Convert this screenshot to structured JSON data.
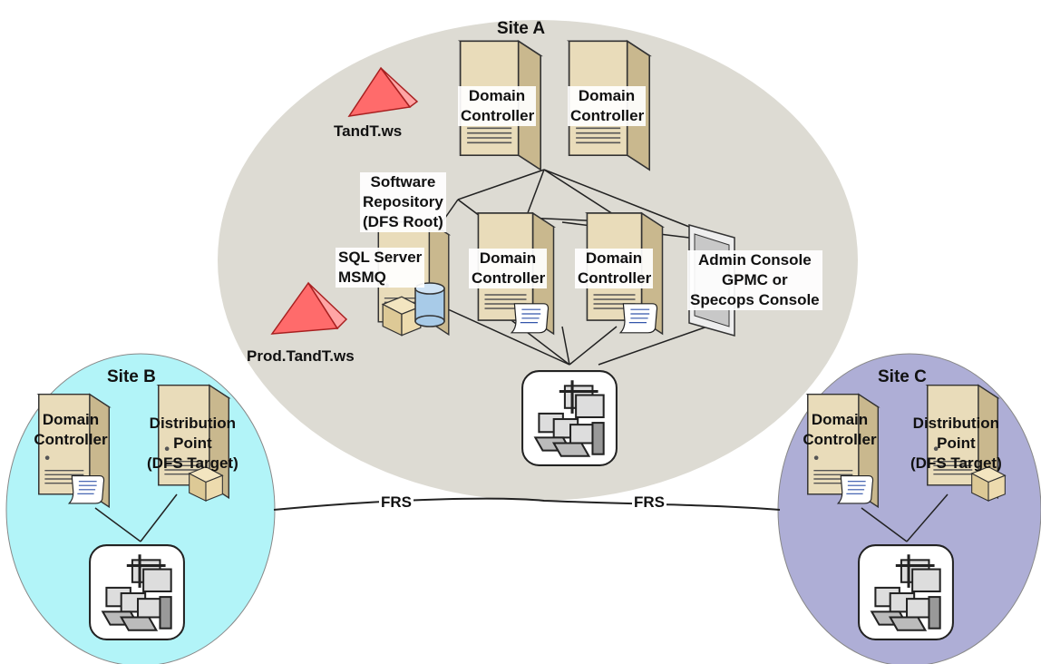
{
  "site_a": {
    "title": "Site A",
    "dc1": "Domain Controller",
    "dc2": "Domain Controller",
    "dc3": "Domain Controller",
    "dc4": "Domain Controller",
    "software_repo": [
      "Software",
      "Repository",
      "(DFS Root)"
    ],
    "sql": [
      "SQL Server",
      "MSMQ"
    ],
    "admin": [
      "Admin Console",
      "GPMC or",
      "Specops Console"
    ],
    "tandt": "TandT.ws",
    "prod": "Prod.TandT.ws"
  },
  "site_b": {
    "title": "Site B",
    "dc": "Domain Controller",
    "dp": [
      "Distribution",
      "Point",
      "(DFS Target)"
    ]
  },
  "site_c": {
    "title": "Site C",
    "dc": "Domain Controller",
    "dp": [
      "Distribution",
      "Point",
      "(DFS Target)"
    ]
  },
  "links": {
    "frs_left": "FRS",
    "frs_right": "FRS"
  },
  "colors": {
    "site_a_fill": "#dddbd3",
    "site_b_fill": "#b2f4f8",
    "site_c_fill": "#aeaed6",
    "server_light": "#f5ecd6",
    "server_dark": "#d6c8a3",
    "pyramid": "#ff6666"
  }
}
